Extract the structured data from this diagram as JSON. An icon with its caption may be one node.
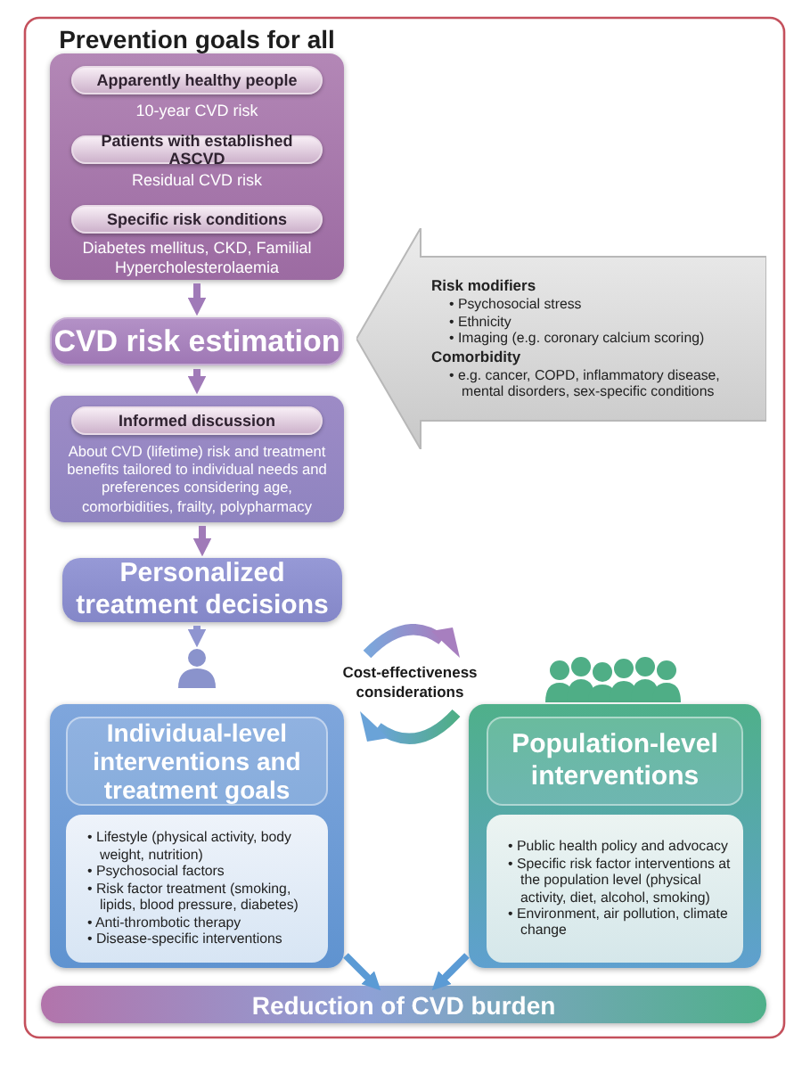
{
  "diagram": {
    "nodes": [
      {
        "text": [
          "Prevention goals for all"
        ]
      },
      {
        "text": [
          "Apparently healthy people"
        ],
        "in": 0,
        "beside": [
          "10-year CVD risk"
        ]
      },
      {
        "text": [
          "Patients with established ASCVD"
        ],
        "in": 0,
        "beside": [
          "Residual CVD risk"
        ]
      },
      {
        "text": [
          "Specific risk conditions"
        ],
        "in": 0,
        "beside": [
          "Diabetes mellitus, CKD, Familial Hypercholesterolaemia"
        ]
      },
      {
        "text": [
          "CVD risk estimation"
        ]
      },
      {
        "text": [
          "Risk modifiers",
          "• Psychosocial stress",
          "• Ethnicity",
          "• Imaging (e.g. coronary calcium scoring)",
          "Comorbidity",
          "• e.g. cancer, COPD, inflammatory disease, mental disorders, sex-specific conditions"
        ]
      },
      {
        "text": [
          "About CVD (lifetime) risk and treatment benefits tailored to individual needs and preferences considering age, comorbidities, frailty, polypharmacy"
        ]
      },
      {
        "text": [
          "Informed discussion"
        ],
        "in": 6
      },
      {
        "text": [
          "Personalized treatment decisions"
        ]
      },
      {
        "text": [],
        "shape": "person"
      },
      {
        "text": [],
        "shape": "box"
      },
      {
        "text": [
          "Individual-level interventions and treatment goals"
        ],
        "in": 10
      },
      {
        "text": [
          "• Lifestyle (physical activity, body weight, nutrition)",
          "• Psychosocial factors",
          "• Risk factor treatment (smoking, lipids, blood pressure, diabetes)",
          "• Anti-thrombotic therapy",
          "• Disease-specific interventions"
        ],
        "in": 10
      },
      {
        "text": [],
        "shape": "person"
      },
      {
        "text": [],
        "shape": "box"
      },
      {
        "text": [
          "Population-level interventions"
        ],
        "in": 14
      },
      {
        "text": [
          "• Public health policy and advocacy",
          "• Specific risk factor interventions at the population level (physical activity, diet, alcohol, smoking)",
          "• Environment, air pollution, climate change"
        ],
        "in": 14
      },
      {
        "text": [
          "Reduction of CVD burden"
        ]
      }
    ],
    "edges": [
      {
        "from": 0,
        "to": 4,
        "arrow": "to"
      },
      {
        "from": 4,
        "to": 6,
        "arrow": "to"
      },
      {
        "from": 6,
        "to": 8,
        "arrow": "to"
      },
      {
        "from": 8,
        "to": 9,
        "arrow": "to",
        "color": "#8f95d0"
      },
      {
        "from": 10,
        "to": 17,
        "arrow": "to",
        "color": "#5b9bd5"
      },
      {
        "from": 14,
        "to": 17,
        "arrow": "to",
        "color": "#5b9bd5"
      }
    ],
    "labels": [
      "Cost-effectiveness considerations"
    ]
  }
}
